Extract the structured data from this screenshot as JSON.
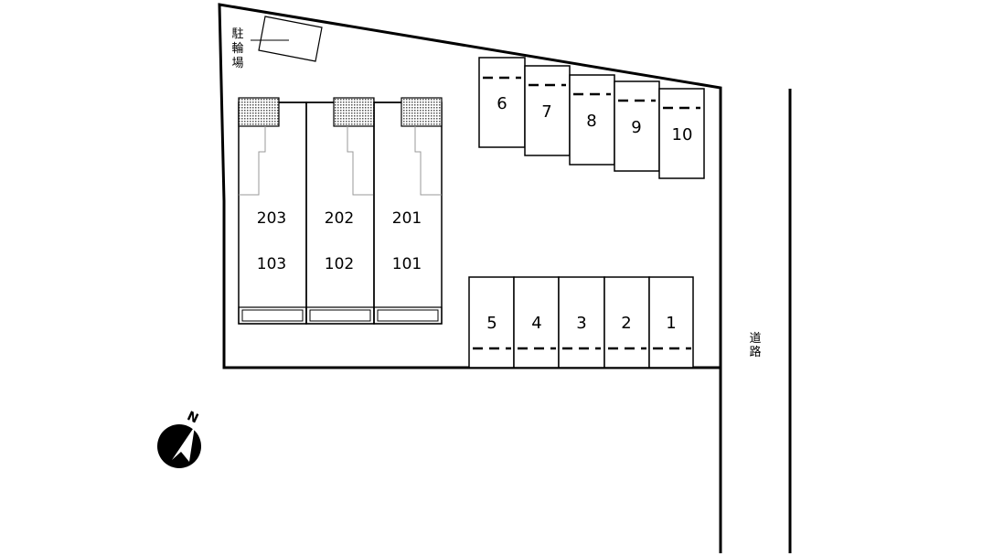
{
  "bicycle_parking": [
    "駐",
    "輪",
    "場"
  ],
  "road": [
    "道",
    "路"
  ],
  "compass": {
    "label": "N"
  },
  "units": [
    {
      "upper": "203",
      "lower": "103"
    },
    {
      "upper": "202",
      "lower": "102"
    },
    {
      "upper": "201",
      "lower": "101"
    }
  ],
  "parking_top": [
    "6",
    "7",
    "8",
    "9",
    "10"
  ],
  "parking_bottom": [
    "5",
    "4",
    "3",
    "2",
    "1"
  ]
}
